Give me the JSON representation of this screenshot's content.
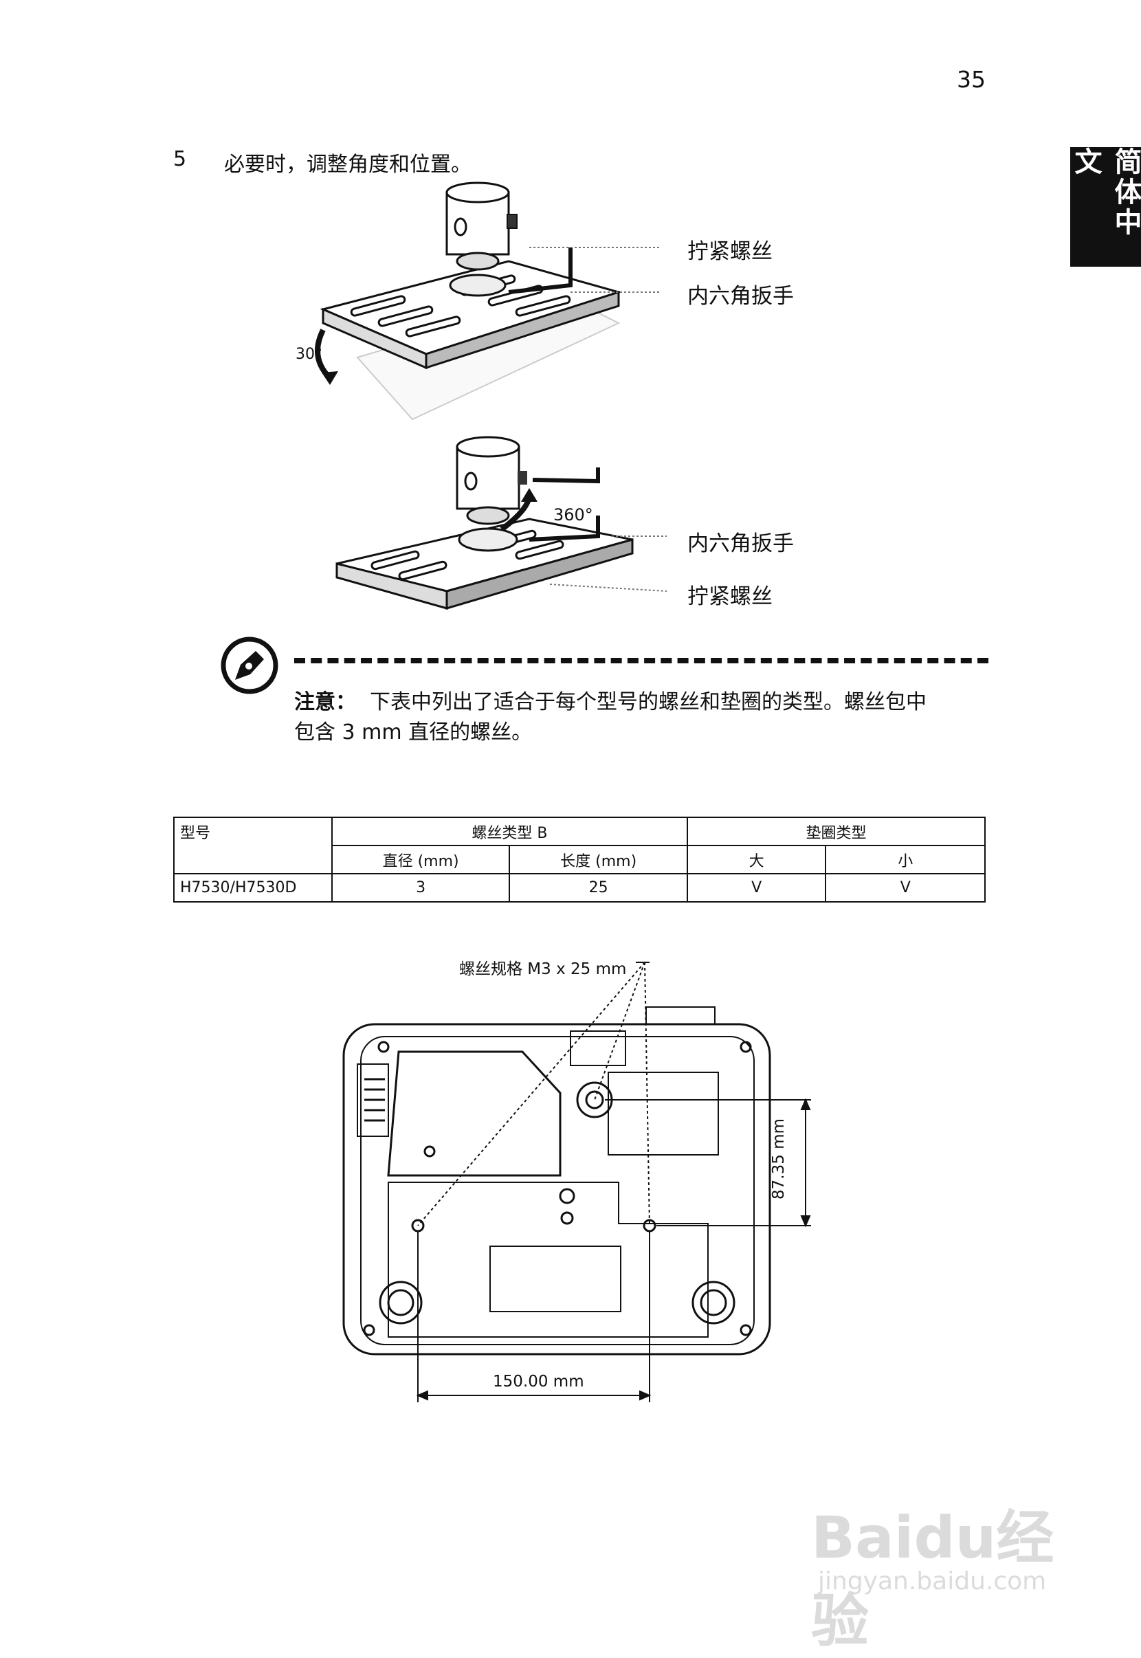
{
  "page": {
    "number": "35",
    "language_tab": "简体中文"
  },
  "step": {
    "number": "5",
    "text": "必要时，调整角度和位置。"
  },
  "figure_top": {
    "label_tighten": "拧紧螺丝",
    "label_wrench": "内六角扳手",
    "angle": "30°"
  },
  "figure_middle": {
    "label_wrench": "内六角扳手",
    "label_tighten": "拧紧螺丝",
    "angle": "360°"
  },
  "note": {
    "label": "注意：",
    "text_line1": "下表中列出了适合于每个型号的螺丝和垫圈的类型。螺丝包中",
    "text_line2": "包含 3 mm 直径的螺丝。"
  },
  "table": {
    "col_model": "型号",
    "col_screw": "螺丝类型 B",
    "col_washer": "垫圈类型",
    "sub_diameter": "直径 (mm)",
    "sub_length": "长度 (mm)",
    "sub_large": "大",
    "sub_small": "小",
    "row": {
      "model": "H7530/H7530D",
      "diameter": "3",
      "length": "25",
      "large": "V",
      "small": "V"
    }
  },
  "figure_bottom": {
    "screw_spec": "螺丝规格 M3 x 25 mm",
    "dim_vertical": "87.35 mm",
    "dim_horizontal": "150.00 mm"
  },
  "watermark": {
    "brand": "Baidu经验",
    "url": "jingyan.baidu.com"
  }
}
